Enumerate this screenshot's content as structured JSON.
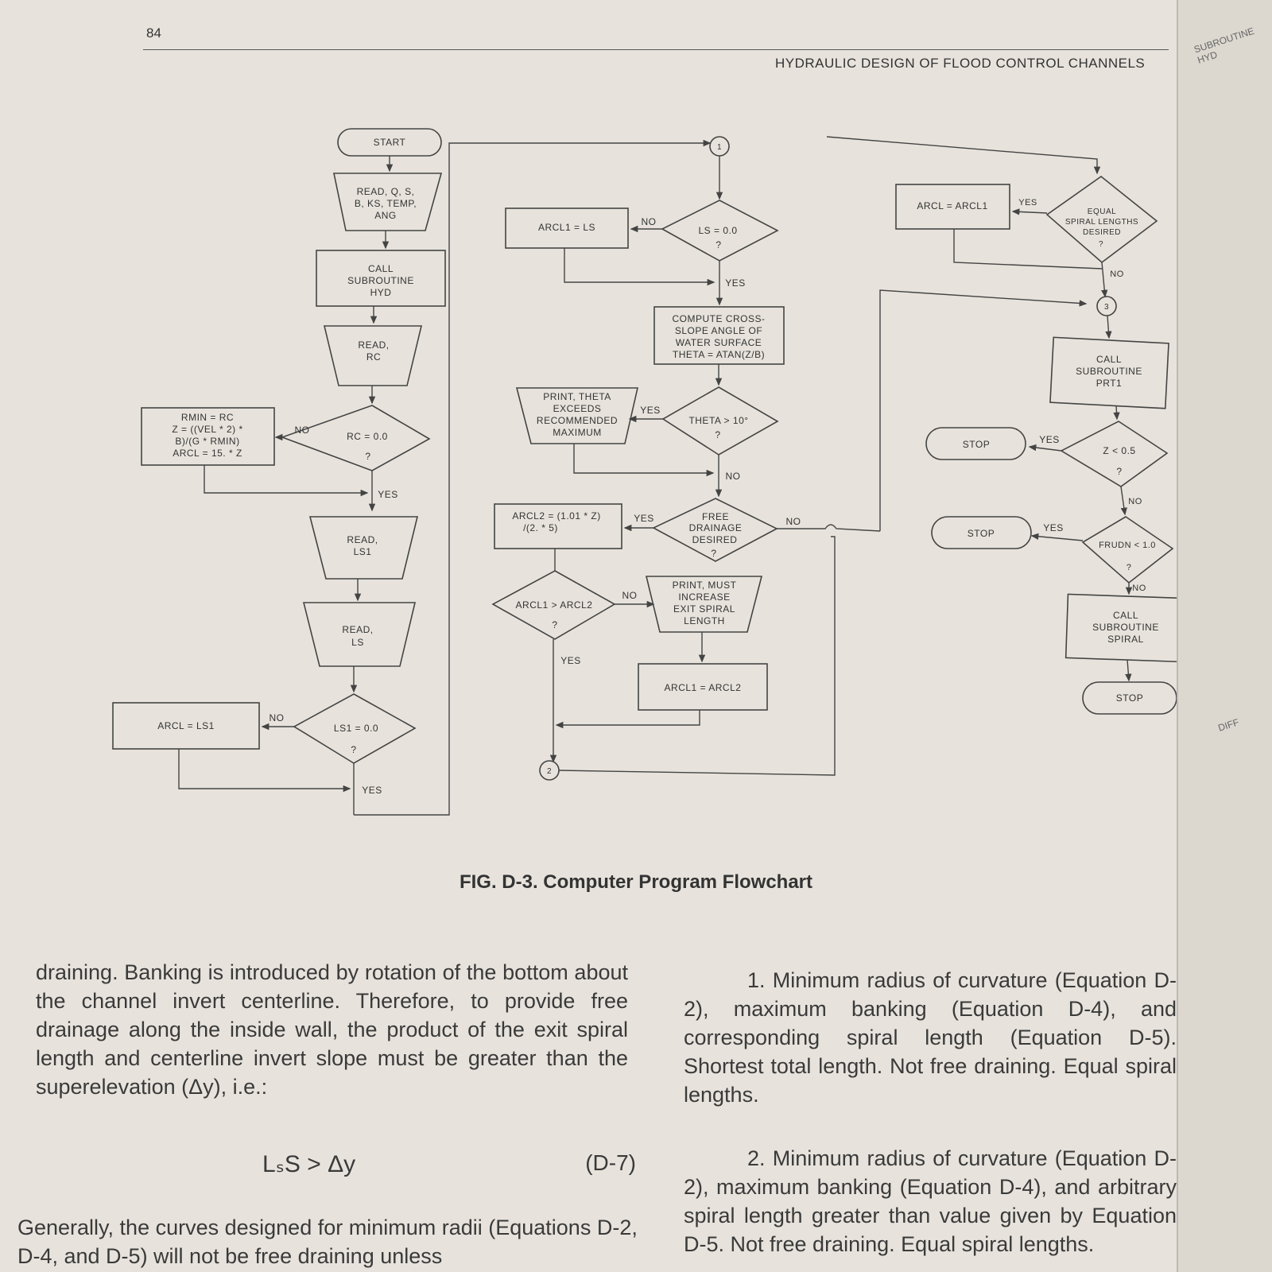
{
  "header": {
    "page_number": "84",
    "running_title": "HYDRAULIC DESIGN OF FLOOD CONTROL CHANNELS"
  },
  "flowchart": {
    "start": "START",
    "read_q": [
      "READ, Q, S,",
      "B, KS, TEMP,",
      "ANG"
    ],
    "call_hyd": [
      "CALL",
      "SUBROUTINE",
      "HYD"
    ],
    "read_rc": [
      "READ,",
      "RC"
    ],
    "rmin_box": [
      "RMIN = RC",
      "Z = ((VEL * 2) *",
      "B)/(G * RMIN)",
      "ARCL = 15. * Z"
    ],
    "rc_decision": [
      "RC = 0.0",
      "?"
    ],
    "read_ls1": [
      "READ,",
      "LS1"
    ],
    "read_ls": [
      "READ,",
      "LS"
    ],
    "arcl_ls1": "ARCL = LS1",
    "ls1_decision": [
      "LS1 = 0.0",
      "?"
    ],
    "connector_1": "1",
    "connector_2": "2",
    "connector_3": "3",
    "arcl1_ls": "ARCL1 = LS",
    "ls_decision": [
      "LS = 0.0",
      "?"
    ],
    "compute_box": [
      "COMPUTE CROSS-",
      "SLOPE ANGLE OF",
      "WATER SURFACE",
      "THETA = ATAN(Z/B)"
    ],
    "print_theta": [
      "PRINT, THETA",
      "EXCEEDS",
      "RECOMMENDED",
      "MAXIMUM"
    ],
    "theta_decision": [
      "THETA > 10°",
      "?"
    ],
    "arcl2_box": [
      "ARCL2 = (1.01 * Z)",
      "/(2. * 5)"
    ],
    "free_drainage": [
      "FREE",
      "DRAINAGE",
      "DESIRED",
      "?"
    ],
    "arcl1_arcl2_decision": [
      "ARCL1 > ARCL2",
      "?"
    ],
    "print_must": [
      "PRINT, MUST",
      "INCREASE",
      "EXIT SPIRAL",
      "LENGTH"
    ],
    "arcl1_eq_arcl2": "ARCL1 = ARCL2",
    "arcl_arcl1": "ARCL = ARCL1",
    "equal_spiral": [
      "EQUAL",
      "SPIRAL LENGTHS",
      "DESIRED",
      "?"
    ],
    "call_prt1": [
      "CALL",
      "SUBROUTINE",
      "PRT1"
    ],
    "stop": "STOP",
    "z_decision": [
      "Z < 0.5",
      "?"
    ],
    "frudn_decision": [
      "FRUDN < 1.0",
      "?"
    ],
    "call_spiral": [
      "CALL",
      "SUBROUTINE",
      "SPIRAL"
    ],
    "yes": "YES",
    "no": "NO"
  },
  "caption": "FIG. D-3. Computer Program Flowchart",
  "body": {
    "left_paragraph": "draining. Banking is introduced by rotation of the bottom about the channel invert centerline. Therefore, to provide free drainage along the inside wall, the product of the exit spiral length and centerline invert slope must be greater than the superelevation (Δy), i.e.:",
    "equation": "LₛS > Δy",
    "equation_number": "(D-7)",
    "left_followup": "Generally, the curves designed for minimum radii (Equations D-2, D-4, and D-5) will not be free draining unless",
    "item_1": "1. Minimum radius of curvature (Equation D-2), maximum banking (Equation D-4), and corresponding spiral length (Equation D-5). Shortest total length. Not free draining. Equal spiral lengths.",
    "item_2": "2. Minimum radius of curvature (Equation D-2), maximum banking (Equation D-4), and arbitrary spiral length greater than value given by Equation D-5. Not free draining. Equal spiral lengths."
  },
  "edge_fragments": [
    "SUBROUTINE HYD",
    "DIFF"
  ]
}
